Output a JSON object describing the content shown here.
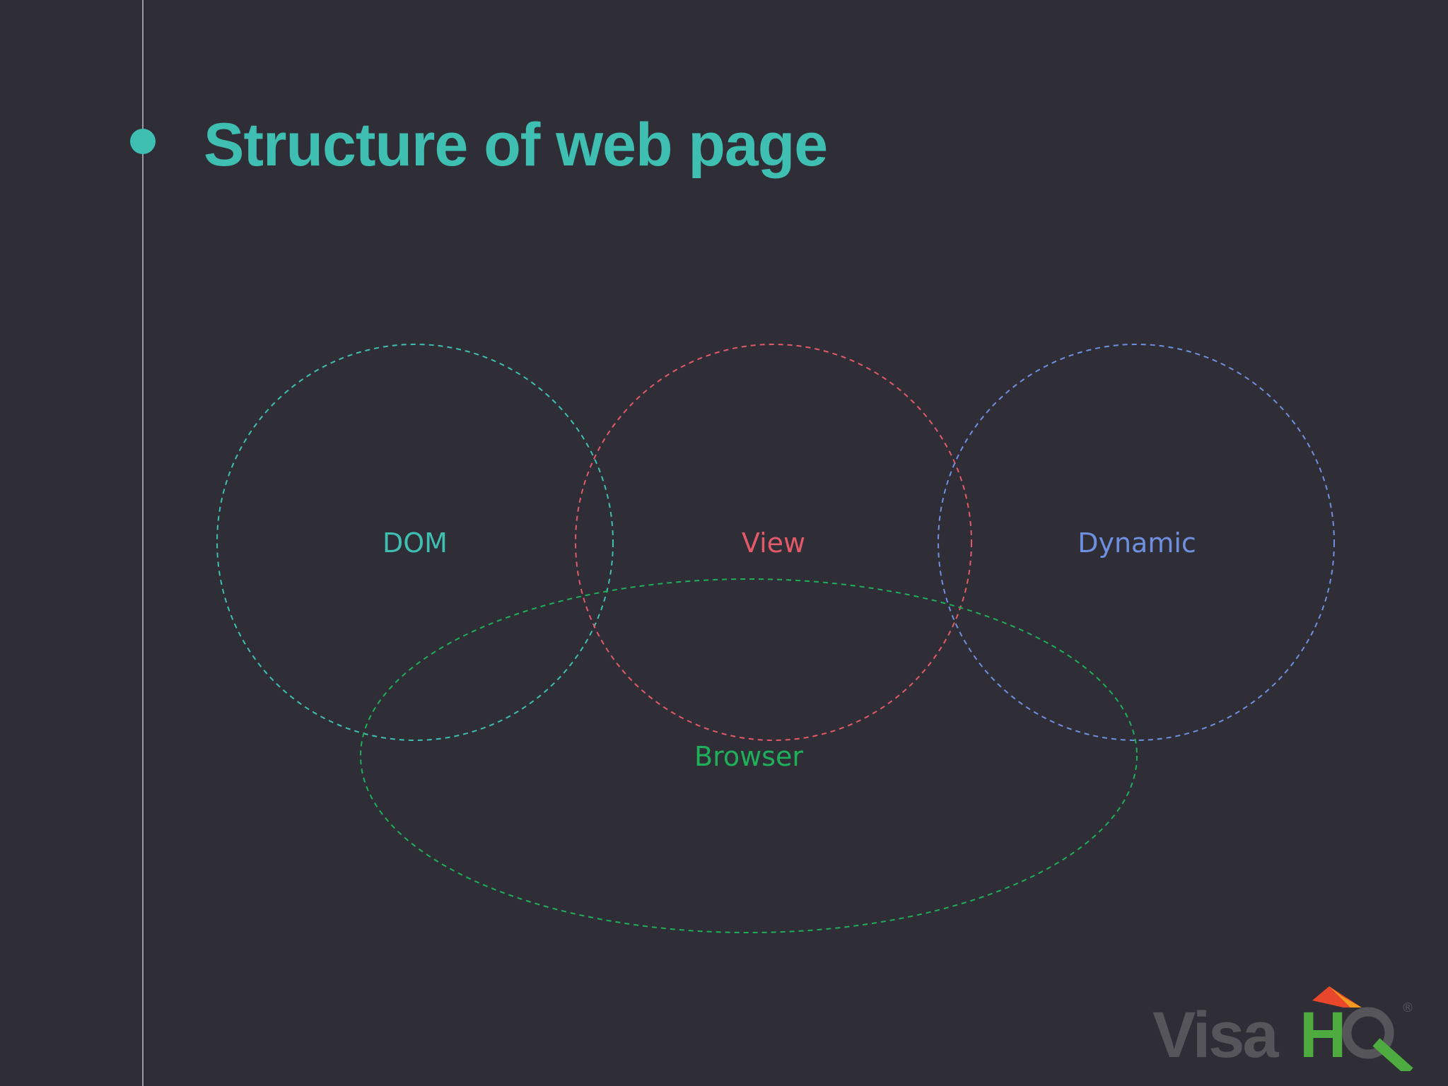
{
  "slide": {
    "title": "Structure of web page"
  },
  "diagram": {
    "sets": [
      {
        "id": "dom",
        "label": "DOM",
        "color": "#3fbfb2"
      },
      {
        "id": "view",
        "label": "View",
        "color": "#e25a6a"
      },
      {
        "id": "dynamic",
        "label": "Dynamic",
        "color": "#6f8fe0"
      },
      {
        "id": "browser",
        "label": "Browser",
        "color": "#1fae5a"
      }
    ]
  },
  "logo": {
    "text": "VisaHQ",
    "registered": "®",
    "colors": {
      "gray": "#55555a",
      "green": "#4dab3f",
      "red": "#e8472b",
      "orange": "#f29a1f"
    }
  }
}
